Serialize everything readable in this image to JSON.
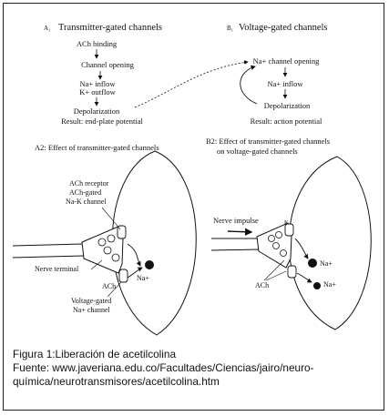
{
  "panel_a1": {
    "marker": "A₁",
    "title": "Transmitter-gated channels",
    "steps": [
      "ACh binding",
      "Channel opening",
      "Na+ inflow",
      "K+ outflow",
      "Depolarization"
    ],
    "result": "Result: end-plate potential"
  },
  "panel_b1": {
    "marker": "B₁",
    "title": "Voltage-gated channels",
    "steps": [
      "Na+ channel opening",
      "Na+ inflow",
      "Depolarization"
    ],
    "result": "Result: action potential"
  },
  "panel_a2": {
    "title": "A2: Effect of transmitter-gated channels",
    "labels": {
      "receptor": "ACh receptor",
      "gated": "ACh-gated",
      "nak": "Na-K channel",
      "terminal": "Nerve terminal",
      "ach": "ACh",
      "na": "Na+",
      "vg1": "Voltage-gated",
      "vg2": "Na+ channel"
    }
  },
  "panel_b2": {
    "title_line1": "B2: Effect of transmitter-gated channels",
    "title_line2": "on voltage-gated channels",
    "labels": {
      "impulse": "Nerve impulse",
      "ach": "ACh",
      "na": "Na+",
      "k": "K"
    }
  },
  "caption": {
    "line1": "Figura 1:Liberación de acetilcolina",
    "line2": "Fuente:  www.javeriana.edu.co/Facultades/Ciencias/jairo/neuro-",
    "line3": "química/neurotransmisores/acetilcolina.htm"
  }
}
